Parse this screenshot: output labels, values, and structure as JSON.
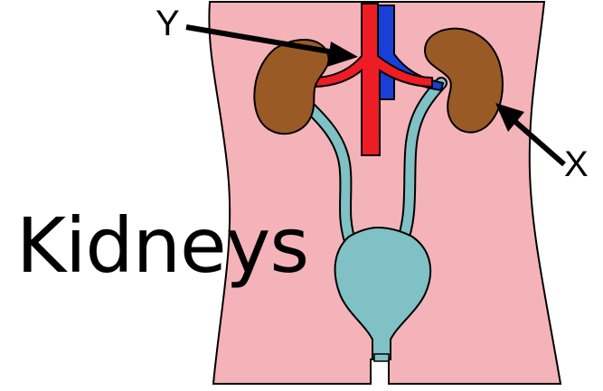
{
  "labels": {
    "y": "Y",
    "x": "X"
  },
  "caption": "Kidneys",
  "colors": {
    "body": "#f4b3b8",
    "kidney": "#9a5a26",
    "artery": "#ee1c24",
    "vein": "#1a3fd6",
    "urinary": "#7fc1c4",
    "outline": "#000000"
  }
}
